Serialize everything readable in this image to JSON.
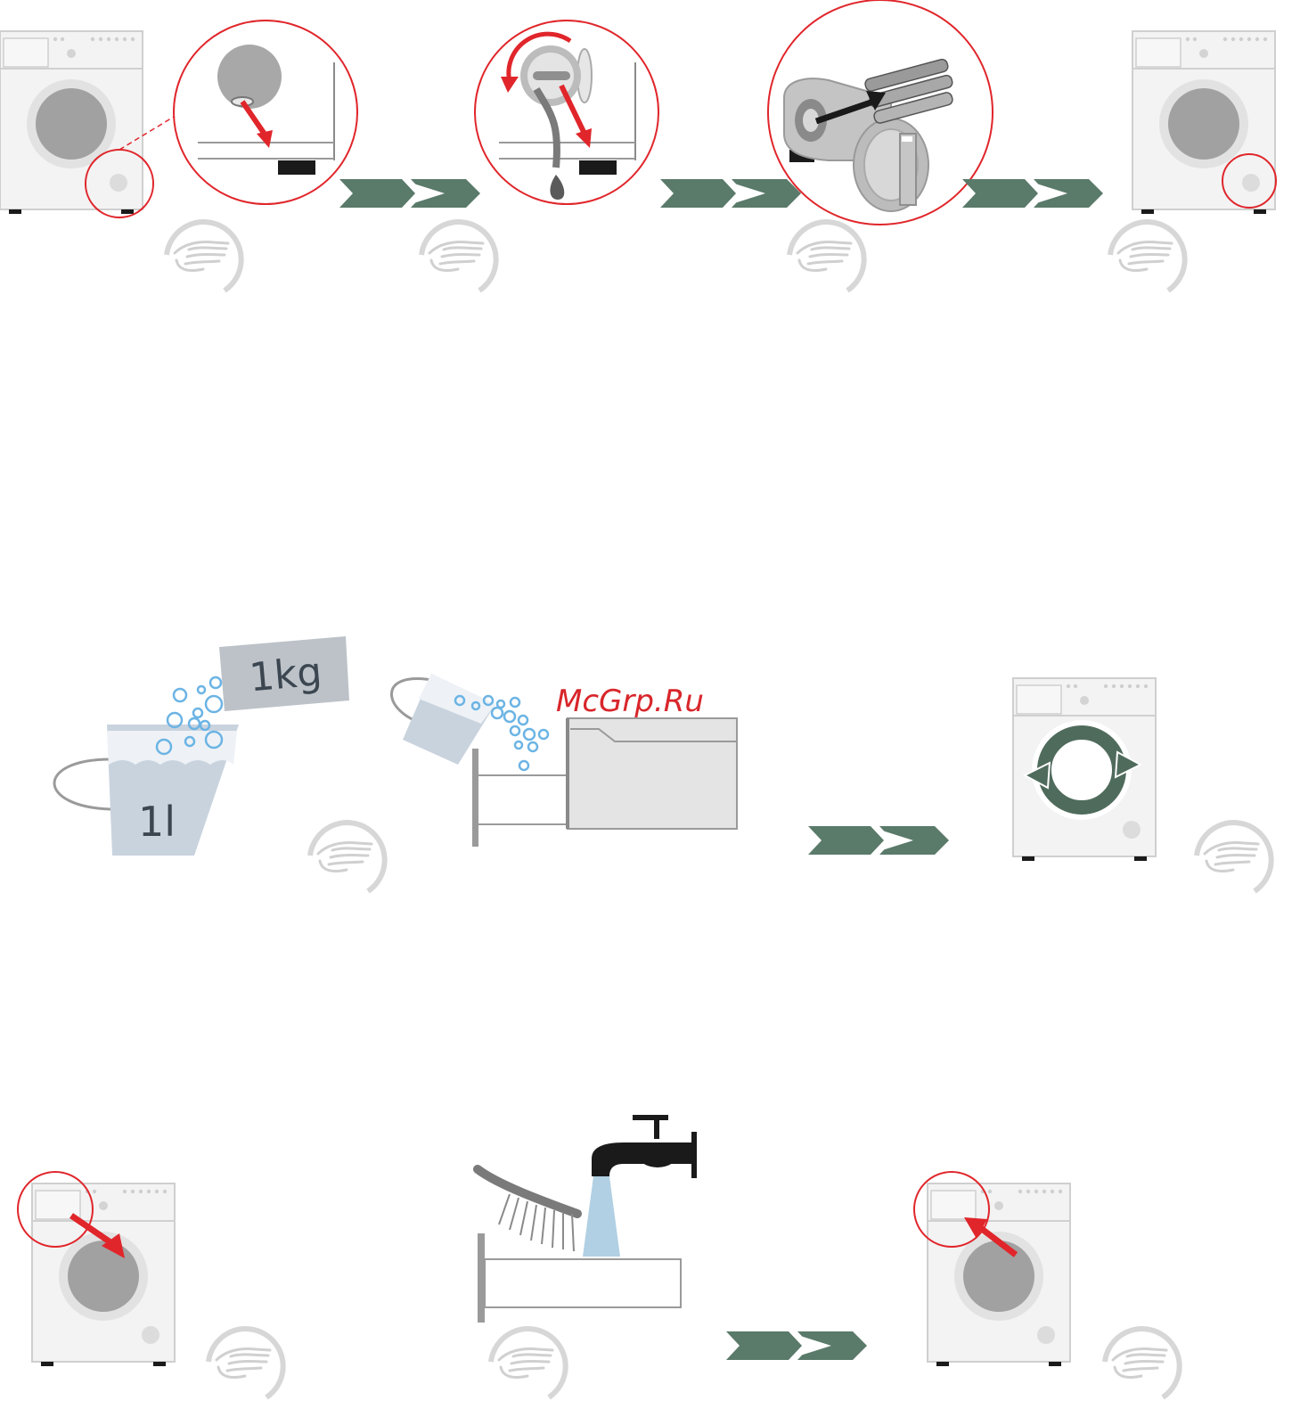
{
  "labels": {
    "detergent_weight": "1kg",
    "water_volume": "1l",
    "watermark": "McGrp.Ru"
  },
  "colors": {
    "accent_red": "#e0262b",
    "arrow_green": "#5a7a6a",
    "machine_body": "#f2f2f2",
    "machine_outline": "#c8c8c8",
    "drum": "#9a9a9a",
    "foot": "#1a1a1a",
    "bubble": "#6cb4e4",
    "bucket": "#c9d3de",
    "tab_label": "#bcc2c8",
    "text_dark": "#3b4650",
    "cycle_icon": "#4f6b5c"
  },
  "icons": {
    "hand": "hand-touch-icon",
    "step_arrow": "double-chevron-arrow-icon",
    "cycle": "cycle-arrows-icon",
    "tap": "water-tap-icon",
    "brush": "brush-icon"
  }
}
